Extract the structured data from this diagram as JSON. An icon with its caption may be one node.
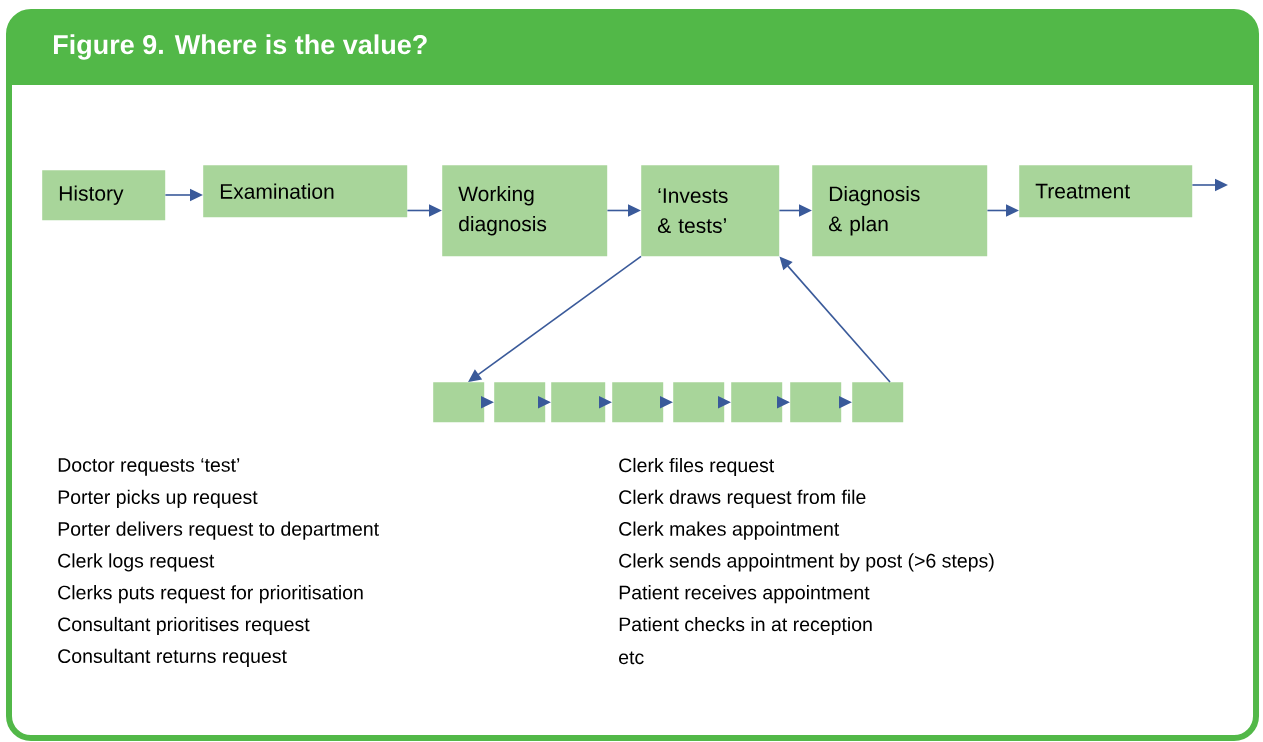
{
  "diagram": {
    "title": "Figure 9. Where is the value?",
    "nodes": [
      {
        "text": [
          "History"
        ]
      },
      {
        "text": [
          "Examination"
        ]
      },
      {
        "text": [
          "Working diagnosis"
        ]
      },
      {
        "text": [
          "‘Invests & tests’"
        ]
      },
      {
        "text": [
          "Diagnosis & plan"
        ]
      },
      {
        "text": [
          "Treatment"
        ]
      },
      {
        "text": [],
        "shape": "box"
      },
      {
        "text": [],
        "shape": "box"
      },
      {
        "text": [],
        "shape": "box"
      },
      {
        "text": [],
        "shape": "box"
      },
      {
        "text": [],
        "shape": "box"
      },
      {
        "text": [],
        "shape": "box"
      },
      {
        "text": [],
        "shape": "box"
      },
      {
        "text": [],
        "shape": "box"
      }
    ],
    "edges": [
      {
        "from": 0,
        "to": 1,
        "arrow": "to"
      },
      {
        "from": 1,
        "to": 2,
        "arrow": "to"
      },
      {
        "from": 2,
        "to": 3,
        "arrow": "to"
      },
      {
        "from": 3,
        "to": 4,
        "arrow": "to"
      },
      {
        "from": 4,
        "to": 5,
        "arrow": "to"
      },
      {
        "from": 5,
        "to": null,
        "arrow": "to"
      },
      {
        "from": 3,
        "to": 6,
        "arrow": "to"
      },
      {
        "from": 6,
        "to": 7,
        "arrow": "to"
      },
      {
        "from": 7,
        "to": 8,
        "arrow": "to"
      },
      {
        "from": 8,
        "to": 9,
        "arrow": "to"
      },
      {
        "from": 9,
        "to": 10,
        "arrow": "to"
      },
      {
        "from": 10,
        "to": 11,
        "arrow": "to"
      },
      {
        "from": 11,
        "to": 12,
        "arrow": "to"
      },
      {
        "from": 12,
        "to": 13,
        "arrow": "to"
      },
      {
        "from": 13,
        "to": 3,
        "arrow": "to"
      }
    ],
    "labels": [
      "Doctor requests ‘test’",
      "Porter picks up request",
      "Porter delivers request to department",
      "Clerk logs request",
      "Clerks puts request for prioritisation",
      "Consultant prioritises request",
      "Consultant returns request",
      "Clerk files request",
      "Clerk draws request from file",
      "Clerk makes appointment",
      "Clerk sends appointment by post (>6 steps)",
      "Patient receives appointment",
      "Patient checks in at reception",
      "etc"
    ]
  }
}
